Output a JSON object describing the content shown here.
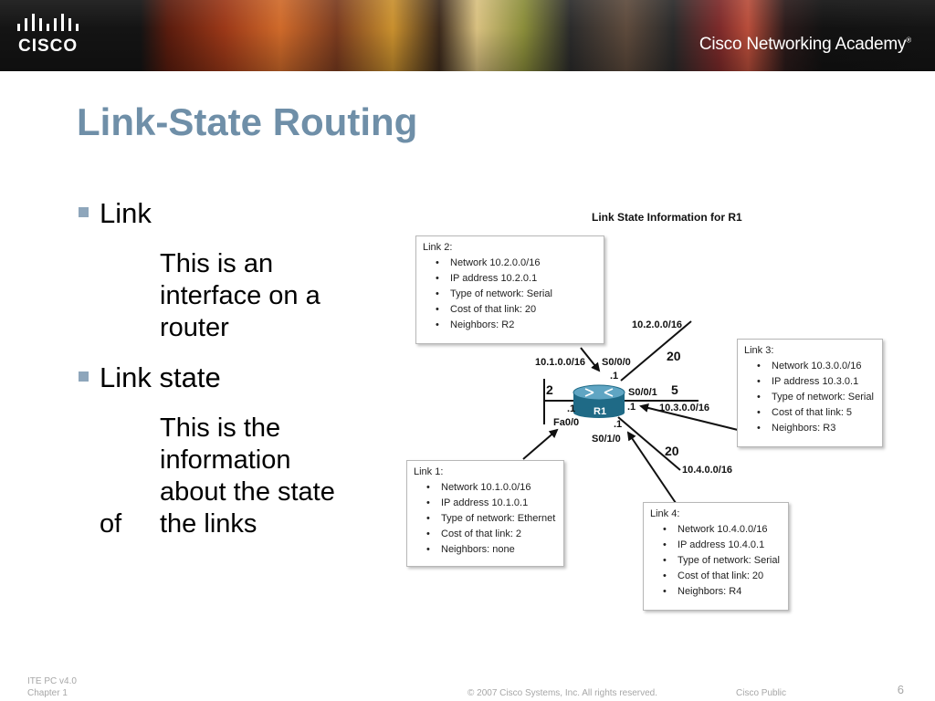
{
  "header": {
    "logo_text": "CISCO",
    "academy": "Cisco Networking Academy",
    "academy_mark": "®"
  },
  "slide": {
    "title": "Link-State Routing",
    "bullets": [
      {
        "term": "Link",
        "lines": [
          "This is an",
          "interface on a",
          "router"
        ]
      },
      {
        "term": "Link state",
        "lines": [
          "This is the",
          "information",
          "about the state"
        ],
        "last_left": "of",
        "last_right": "the links"
      }
    ]
  },
  "diagram": {
    "title": "Link State Information for R1",
    "router": "R1",
    "links": [
      {
        "heading": "Link 1:",
        "items": [
          "Network 10.1.0.0/16",
          "IP address 10.1.0.1",
          "Type of network: Ethernet",
          "Cost of that link: 2",
          "Neighbors: none"
        ]
      },
      {
        "heading": "Link 2:",
        "items": [
          "Network 10.2.0.0/16",
          "IP address 10.2.0.1",
          "Type of network: Serial",
          "Cost of that link: 20",
          "Neighbors: R2"
        ]
      },
      {
        "heading": "Link 3:",
        "items": [
          "Network 10.3.0.0/16",
          "IP address 10.3.0.1",
          "Type of network: Serial",
          "Cost of that link: 5",
          "Neighbors: R3"
        ]
      },
      {
        "heading": "Link 4:",
        "items": [
          "Network 10.4.0.0/16",
          "IP address 10.4.0.1",
          "Type of network: Serial",
          "Cost of that link: 20",
          "Neighbors: R4"
        ]
      }
    ],
    "labels": {
      "net1": "10.1.0.0/16",
      "net2": "10.2.0.0/16",
      "net3": "10.3.0.0/16",
      "net4": "10.4.0.0/16",
      "s000": "S0/0/0",
      "s001": "S0/0/1",
      "s010": "S0/1/0",
      "fa00": "Fa0/0",
      "cost1": "2",
      "cost2": "20",
      "cost3": "5",
      "cost4": "20",
      "dot1a": ".1",
      "dot1b": ".1",
      "dot1c": ".1",
      "dot1d": ".1"
    }
  },
  "footer": {
    "line1": "ITE PC v4.0",
    "line2": "Chapter 1",
    "copyright": "© 2007 Cisco Systems, Inc. All rights reserved.",
    "classification": "Cisco Public",
    "page": "6"
  }
}
